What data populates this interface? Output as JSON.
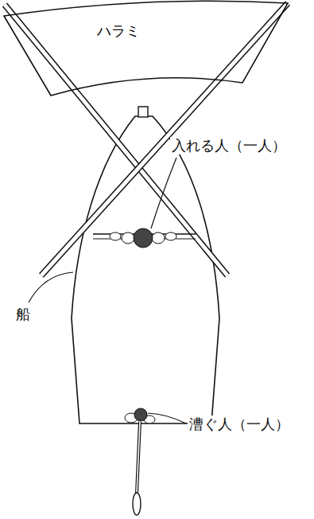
{
  "diagram": {
    "nodes": [
      {
        "text": [
          "ハラミ"
        ]
      }
    ],
    "labels": [
      "入れる人（一人）",
      "船",
      "漕ぐ人（一人）"
    ]
  }
}
